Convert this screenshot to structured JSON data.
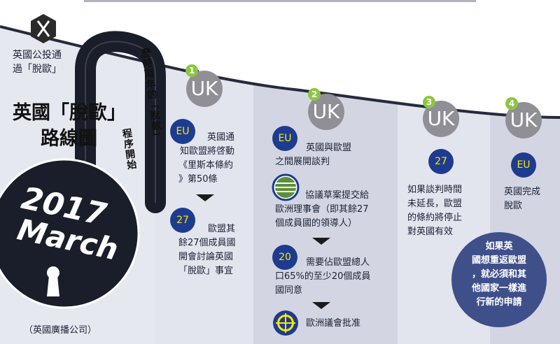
{
  "header": {
    "referendum_line1": "英國公投通",
    "referendum_line2": "過「脫歐」",
    "title_line1": "英國「脫歐」",
    "title_line2": "路線圖",
    "vertical_text_1": "歷時兩年的「脫歐」",
    "vertical_text_2": "程序開始",
    "date_year": "2017",
    "date_month": "March",
    "source": "（英國廣播公司）"
  },
  "steps": [
    {
      "number": "1",
      "country_label": "UK",
      "items": [
        {
          "badge": "EU",
          "text_lines": [
            "英國通",
            "知歐盟將啓動",
            "《里斯本條約",
            "》第50條"
          ]
        },
        {
          "badge": "27",
          "text_lines": [
            "歐盟其",
            "餘27個成員國",
            "開會討論英國",
            "「脫歐」事宜"
          ]
        }
      ]
    },
    {
      "number": "2",
      "country_label": "UK",
      "items": [
        {
          "badge": "EU",
          "text_lines": [
            "英國與歐盟",
            "之間展開談判"
          ]
        },
        {
          "badge": "",
          "text_lines": [
            "協議草案提交給",
            "歐洲理事會（即其餘27",
            "個成員國的領導人）"
          ]
        },
        {
          "badge": "20",
          "text_lines": [
            "需要佔歐盟總人",
            "口65%的至少20個成員",
            "國同意"
          ]
        },
        {
          "badge": "",
          "text_lines": [
            "歐洲議會批准"
          ]
        }
      ]
    },
    {
      "number": "3",
      "country_label": "UK",
      "items": [
        {
          "badge": "27",
          "text_lines": [
            "如果談判時間",
            "未延長，歐盟",
            "的條約將停止",
            "對英國有效"
          ]
        }
      ]
    },
    {
      "number": "4",
      "country_label": "UK",
      "items": [
        {
          "badge": "EU",
          "text_lines": [
            "英國完成",
            "脫歐"
          ]
        }
      ]
    }
  ],
  "note": {
    "text_lines": [
      "如果英",
      "國想重返歐盟",
      "，就必須和其",
      "他國家一樣進",
      "行新的申請"
    ]
  },
  "colors": {
    "panel_light": "#e3e5ee",
    "panel_mid": "#d3d6e2",
    "dark_navy": "#252a3d",
    "eu_blue": "#1d3c8f",
    "eu_star": "#ffe600",
    "step_green": "#8cc63f",
    "uk_circle": "#8f8f95",
    "note_circle": "#3f4f8a",
    "council_green": "#5c8f3a"
  }
}
